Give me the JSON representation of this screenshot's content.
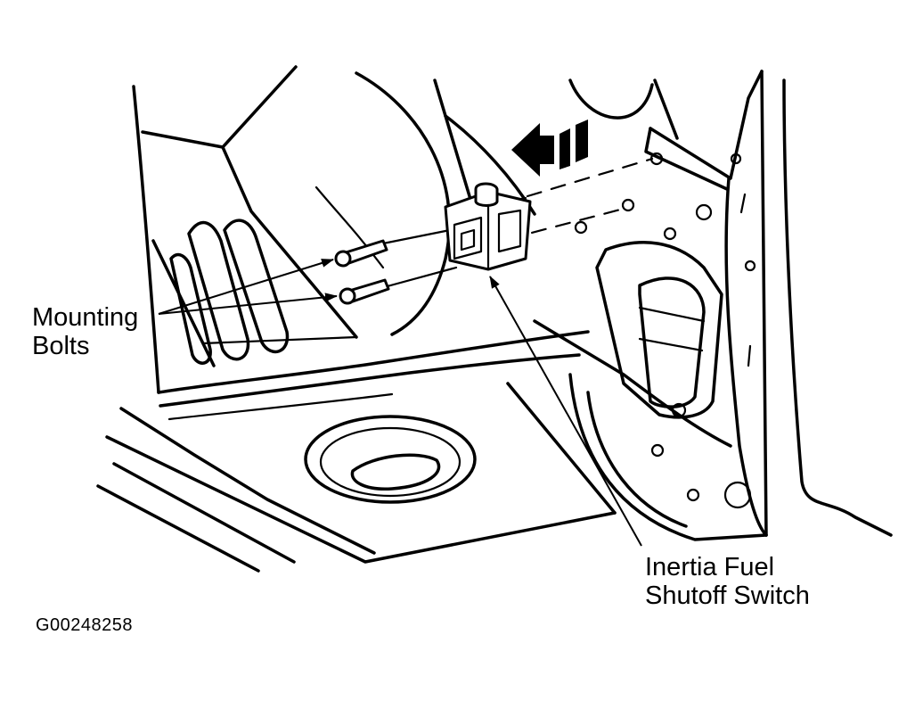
{
  "labels": {
    "mounting_bolts_line1": "Mounting",
    "mounting_bolts_line2": "Bolts",
    "switch_line1": "Inertia Fuel",
    "switch_line2": "Shutoff Switch",
    "figure_id": "G00248258"
  },
  "colors": {
    "ink": "#000000",
    "paper": "#ffffff"
  }
}
